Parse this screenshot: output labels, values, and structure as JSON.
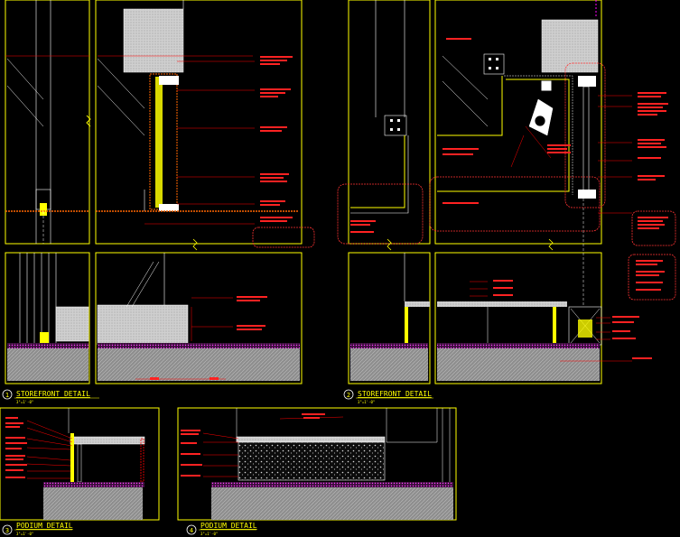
{
  "details": [
    {
      "number": "1",
      "title": "STOREFRONT DETAIL",
      "scale": "3\"=1'-0\""
    },
    {
      "number": "2",
      "title": "STOREFRONT DETAIL",
      "scale": "3\"=1'-0\""
    },
    {
      "number": "3",
      "title": "PODIUM DETAIL",
      "scale": "3\"=1'-0\""
    },
    {
      "number": "4",
      "title": "PODIUM DETAIL",
      "scale": "3\"=1'-0\""
    }
  ],
  "colors": {
    "background": "#000000",
    "frame": "#ffff00",
    "leader": "#ff0000",
    "wall": "#c8c8c8",
    "glass": "#ffffff",
    "floor_finish": "#cc33cc",
    "slab": "#9a9a9a"
  }
}
